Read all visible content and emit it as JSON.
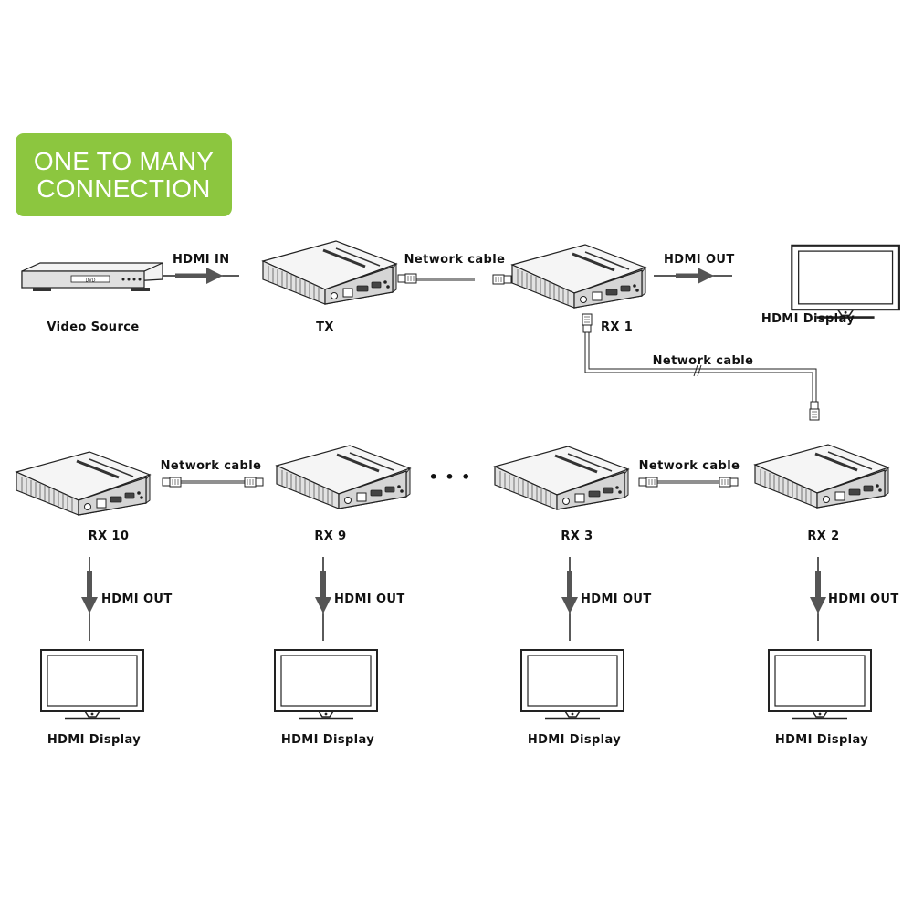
{
  "colors": {
    "badge": "#8cc63f",
    "line": "#222222",
    "arrow": "#555555",
    "device_body": "#ececec",
    "device_front": "#d9d9d9",
    "cable": "#9a9a9a"
  },
  "title": {
    "line1": "ONE TO MANY",
    "line2": "CONNECTION"
  },
  "source": {
    "label": "Video Source",
    "screen_text": "DVD"
  },
  "tx": {
    "label": "TX"
  },
  "rx1": {
    "label": "RX 1"
  },
  "rx2": {
    "label": "RX 2"
  },
  "rx3": {
    "label": "RX 3"
  },
  "rx9": {
    "label": "RX 9"
  },
  "rx10": {
    "label": "RX 10"
  },
  "labels": {
    "hdmi_in": "HDMI IN",
    "hdmi_out": "HDMI OUT",
    "network_cable": "Network cable",
    "hdmi_display": "HDMI Display",
    "ellipsis": "• • •"
  }
}
